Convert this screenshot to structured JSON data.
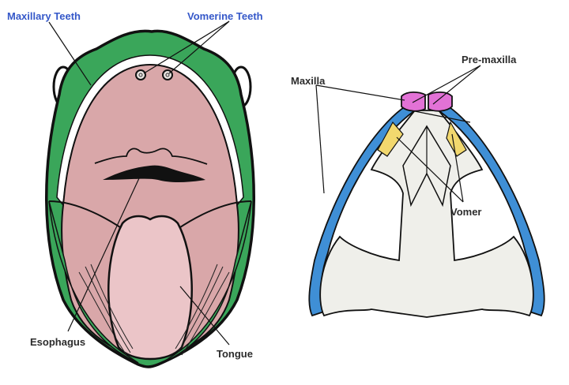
{
  "figure": {
    "left_panel": {
      "subject": "frog mouth cavity (open mouth, ventral view of palate and floor)",
      "labels": {
        "maxillary_teeth": "Maxillary Teeth",
        "vomerine_teeth": "Vomerine Teeth",
        "esophagus": "Esophagus",
        "tongue": "Tongue"
      }
    },
    "right_panel": {
      "subject": "frog skull (ventral view)",
      "labels": {
        "maxilla": "Maxilla",
        "pre_maxilla": "Pre-maxilla",
        "vomer": "Vomer"
      }
    },
    "colors": {
      "jaw_green": "#3aa65a",
      "mouth_pink": "#d9a7a9",
      "tongue_pink": "#ebc5c8",
      "maxilla_blue": "#3f8fd6",
      "premaxilla_magenta": "#e272d6",
      "vomer_yellow": "#f2d86e",
      "bone_grey": "#efefea",
      "label_blue": "#3558c9",
      "label_dark": "#2c2c2c"
    }
  }
}
